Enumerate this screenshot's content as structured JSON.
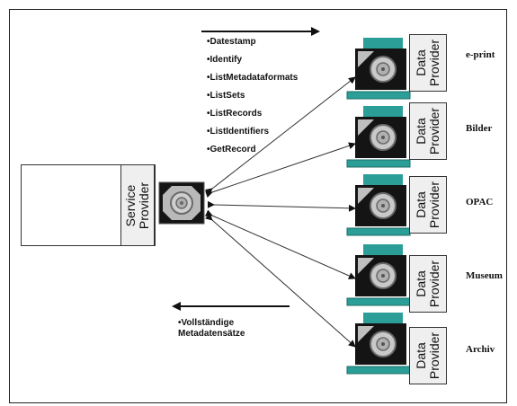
{
  "service_provider": {
    "label_line1": "Service",
    "label_line2": "Provider"
  },
  "oai_verbs": [
    "•Datestamp",
    "•Identify",
    "•ListMetadataformats",
    "•ListSets",
    "•ListRecords",
    "•ListIdentifiers",
    "•GetRecord"
  ],
  "response_label": {
    "line1": "•Vollständige",
    "line2": "Metadatensätze"
  },
  "data_providers": [
    {
      "line1": "Data",
      "line2": "Provider",
      "name": "e-print"
    },
    {
      "line1": "Data",
      "line2": "Provider",
      "name": "Bilder"
    },
    {
      "line1": "Data",
      "line2": "Provider",
      "name": "OPAC"
    },
    {
      "line1": "Data",
      "line2": "Provider",
      "name": "Museum"
    },
    {
      "line1": "Data",
      "line2": "Provider",
      "name": "Archiv"
    }
  ],
  "colors": {
    "monitor_teal": "#2a9e97",
    "screen_black": "#141414",
    "disc_gray": "#b8b8b8",
    "box_fill": "#efefef",
    "stick_figure": "#1a1aa8"
  }
}
